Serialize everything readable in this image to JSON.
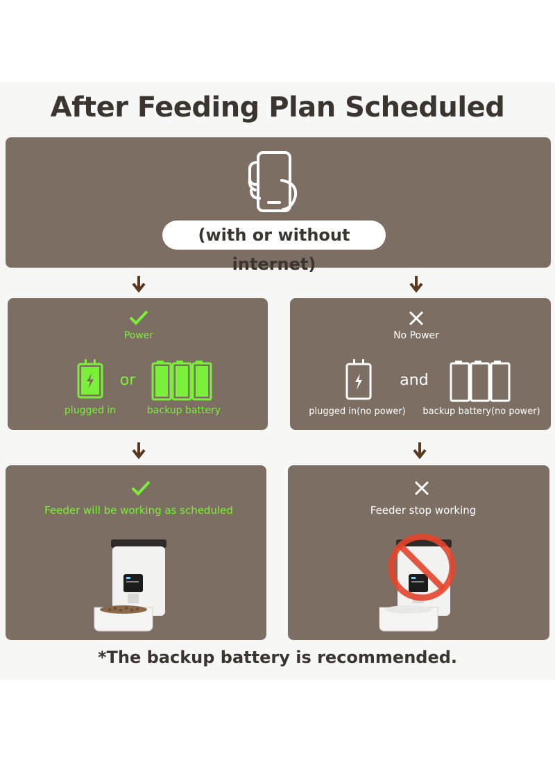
{
  "title": "After Feeding Plan Scheduled",
  "top": {
    "internet_note": "(with or without internet)",
    "icon": "hand-holding-phone-icon"
  },
  "left": {
    "status_icon": "check-icon",
    "status_label": "Power",
    "connector": "or",
    "plugged_label": "plugged in",
    "battery_label": "backup battery",
    "result_icon": "check-icon",
    "result_label": "Feeder will be working as scheduled"
  },
  "right": {
    "status_icon": "cross-icon",
    "status_label": "No Power",
    "connector": "and",
    "plugged_label": "plugged in(no power)",
    "battery_label": "backup battery(no power)",
    "result_icon": "cross-icon",
    "result_label": "Feeder stop working"
  },
  "footnote": "*The backup battery is recommended.",
  "colors": {
    "panel": "#7d6e63",
    "text_dark": "#3b3531",
    "green": "#7af03a",
    "arrow": "#5a3a1f",
    "prohibit": "#e2452b"
  }
}
